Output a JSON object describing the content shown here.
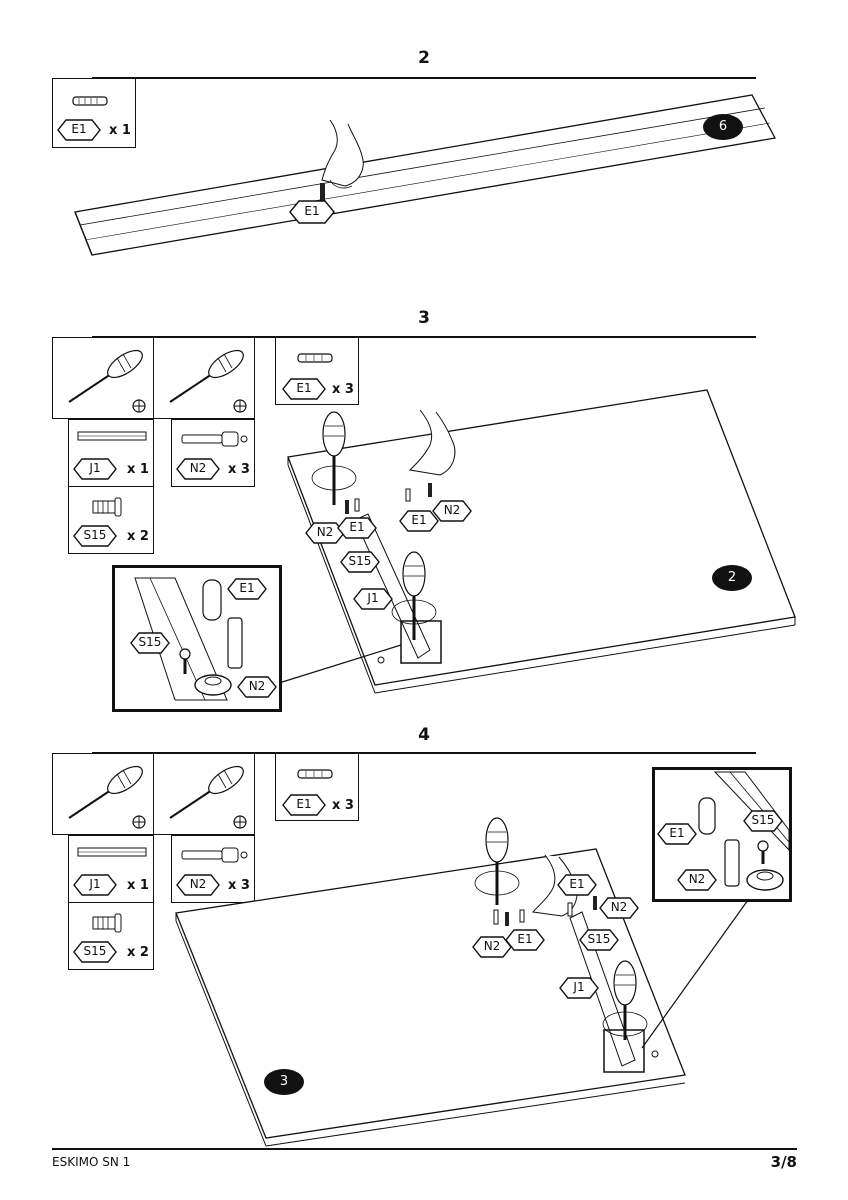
{
  "steps": [
    {
      "number": "2",
      "parts": [
        {
          "code": "E1",
          "qty": "x 1"
        }
      ],
      "board_badge": "6",
      "callouts": [
        "E1"
      ]
    },
    {
      "number": "3",
      "parts": [
        {
          "code": "E1",
          "qty": "x 3"
        },
        {
          "code": "J1",
          "qty": "x 1"
        },
        {
          "code": "N2",
          "qty": "x 3"
        },
        {
          "code": "S15",
          "qty": "x 2"
        }
      ],
      "board_badge": "2",
      "callouts": [
        "N2",
        "E1",
        "E1",
        "N2",
        "S15",
        "J1"
      ],
      "detail_callouts": [
        "E1",
        "S15",
        "N2"
      ]
    },
    {
      "number": "4",
      "parts": [
        {
          "code": "E1",
          "qty": "x 3"
        },
        {
          "code": "J1",
          "qty": "x 1"
        },
        {
          "code": "N2",
          "qty": "x 3"
        },
        {
          "code": "S15",
          "qty": "x 2"
        }
      ],
      "board_badge": "3",
      "callouts": [
        "E1",
        "N2",
        "N2",
        "E1",
        "S15",
        "J1"
      ],
      "detail_callouts": [
        "S15",
        "E1",
        "N2"
      ]
    }
  ],
  "footer": {
    "product": "ESKIMO SN 1",
    "page": "3/8"
  }
}
